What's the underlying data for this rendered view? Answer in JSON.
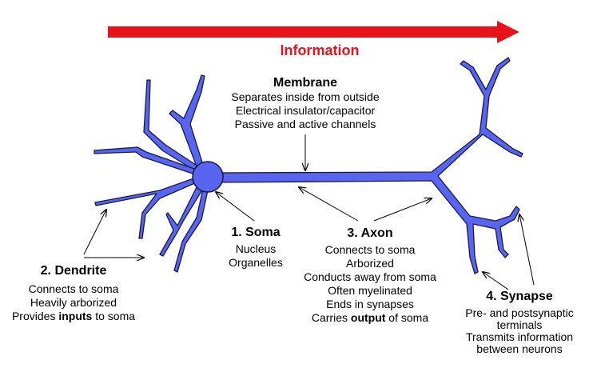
{
  "information": {
    "label": "Information"
  },
  "membrane": {
    "title": "Membrane",
    "lines": [
      "Separates inside from outside",
      "Electrical insulator/capacitor",
      "Passive and active channels"
    ]
  },
  "soma": {
    "title": "1. Soma",
    "lines": [
      "Nucleus",
      "Organelles"
    ]
  },
  "dendrite": {
    "title": "2. Dendrite",
    "lines": [
      "Connects to soma",
      "Heavily arborized"
    ],
    "line3": {
      "pre": "Provides ",
      "bold": "inputs",
      "post": " to soma"
    }
  },
  "axon": {
    "title": "3. Axon",
    "lines": [
      "Connects to soma",
      "Arborized",
      "Conducts away from soma",
      "Often myelinated",
      "Ends in synapses"
    ],
    "line6": {
      "pre": "Carries ",
      "bold": "output",
      "post": " of soma"
    }
  },
  "synapse": {
    "title": "4. Synapse",
    "lines": [
      "Pre- and postsynaptic",
      "terminals",
      "Transmits information",
      "between neurons"
    ]
  },
  "colors": {
    "neuron_fill": "#5865f0",
    "neuron_stroke": "#1a1a40",
    "information_arrow": "#e8121a"
  }
}
